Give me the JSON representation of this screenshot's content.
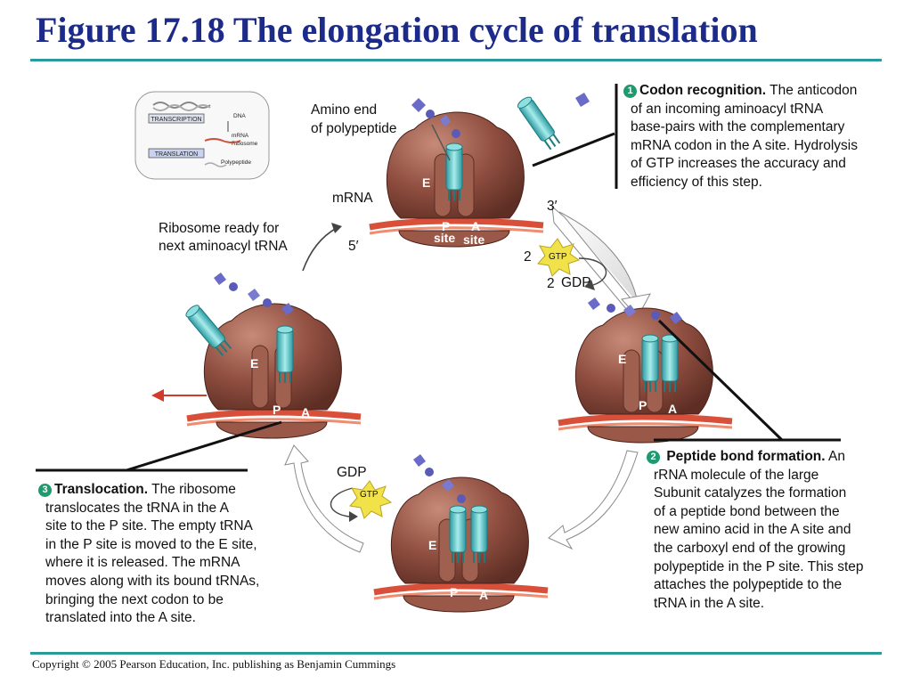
{
  "title": "Figure 17.18 The elongation cycle of translation",
  "copyright": "Copyright © 2005 Pearson Education, Inc. publishing as Benjamin Cummings",
  "colors": {
    "title": "#1c2a8a",
    "rule": "#2a9a9a",
    "ribosome": "#8a4a3c",
    "trna": "#4fc4c4",
    "mrna": "#d9503a",
    "gtp": "#f2e24a",
    "step_number": "#1e9a6e"
  },
  "inset": {
    "transcription": "TRANSCRIPTION",
    "translation": "TRANSLATION",
    "dna": "DNA",
    "mrna": "mRNA",
    "ribosome": "Ribosome",
    "polypeptide": "Polypeptide"
  },
  "labels": {
    "amino_end_1": "Amino end",
    "amino_end_2": "of polypeptide",
    "mrna": "mRNA",
    "three_prime": "3′",
    "five_prime": "5′",
    "ready_1": "Ribosome ready for",
    "ready_2": "next aminoacyl tRNA",
    "e": "E",
    "p": "P",
    "a": "A",
    "site": "site",
    "gtp": "GTP",
    "gdp": "GDP",
    "two": "2"
  },
  "steps": {
    "step1": {
      "number": "1",
      "heading": "Codon recognition.",
      "first": "The anticodon",
      "lines": [
        "of an incoming aminoacyl tRNA",
        "base-pairs with the complementary",
        "mRNA codon in the A site. Hydrolysis",
        "of GTP increases the accuracy and",
        "efficiency of this step."
      ]
    },
    "step2": {
      "number": "2",
      "heading": "Peptide bond formation.",
      "first": "An",
      "lines": [
        "rRNA molecule of the large",
        "Subunit catalyzes the formation",
        "of a peptide bond between the",
        "new amino acid in the A site and",
        "the carboxyl end of the growing",
        "polypeptide in the P site. This step",
        "attaches the polypeptide to the",
        "tRNA in the A site."
      ]
    },
    "step3": {
      "number": "3",
      "heading": "Translocation.",
      "first": "The ribosome",
      "lines": [
        "translocates the tRNA in the A",
        "site to the P site. The empty tRNA",
        "in the P site is moved to the  E site,",
        "where it is released. The mRNA",
        "moves along with its bound tRNAs,",
        "bringing the next codon to be",
        "translated into the A site."
      ]
    }
  }
}
